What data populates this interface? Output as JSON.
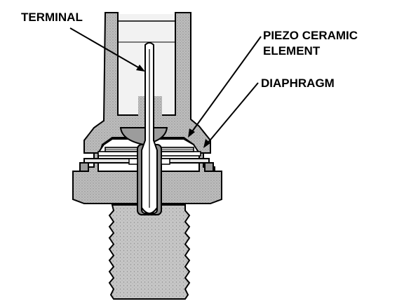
{
  "diagram": {
    "labels": {
      "terminal": "TERMINAL",
      "piezo_line1": "PIEZO CERAMIC",
      "piezo_line2": "ELEMENT",
      "diaphragm": "DIAPHRAGM"
    },
    "colors": {
      "ink": "#000000",
      "housing_fill": "#b8b8b8",
      "thread_fill": "#c4c4c4",
      "light_fill": "#e2e2e2",
      "white": "#ffffff"
    }
  }
}
